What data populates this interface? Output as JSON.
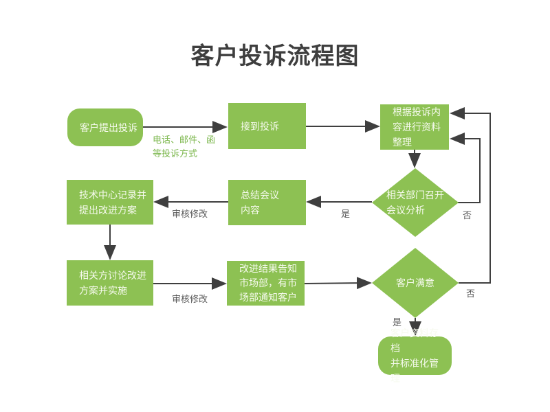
{
  "title": "客户投诉流程图",
  "colors": {
    "node_green": "#8dc153",
    "node_text": "#f6faee",
    "connector": "#3f3f3f",
    "label_gray": "#595959",
    "label_green": "#7cb74d",
    "title_text": "#3e3e3e",
    "background": "#ffffff"
  },
  "nodes": {
    "start": {
      "label": "客户提出投诉",
      "shape": "rounded"
    },
    "receive": {
      "label": "接到投诉",
      "shape": "rect"
    },
    "organize": {
      "label": "根据投诉内\n容进行资料\n整理",
      "shape": "rect"
    },
    "meeting": {
      "label": "相关部门召开\n会议分析",
      "shape": "diamond"
    },
    "summary": {
      "label": "总结会议\n内容",
      "shape": "rect"
    },
    "record": {
      "label": "技术中心记录并\n提出改进方案",
      "shape": "rect"
    },
    "discuss": {
      "label": "相关方讨论改进\n方案并实施",
      "shape": "rect"
    },
    "notify": {
      "label": "改进结果告知\n市场部，有市\n场部通知客户",
      "shape": "rect"
    },
    "satisfied": {
      "label": "客户满意",
      "shape": "diamond"
    },
    "archive": {
      "label": "客户资料存档\n并标准化管理",
      "shape": "rounded"
    }
  },
  "edge_labels": {
    "method": "电话、邮件、函\n等投诉方式",
    "review1": "审核修改",
    "review2": "审核修改",
    "yes1": "是",
    "no1": "否",
    "yes2": "是",
    "no2": "否"
  }
}
